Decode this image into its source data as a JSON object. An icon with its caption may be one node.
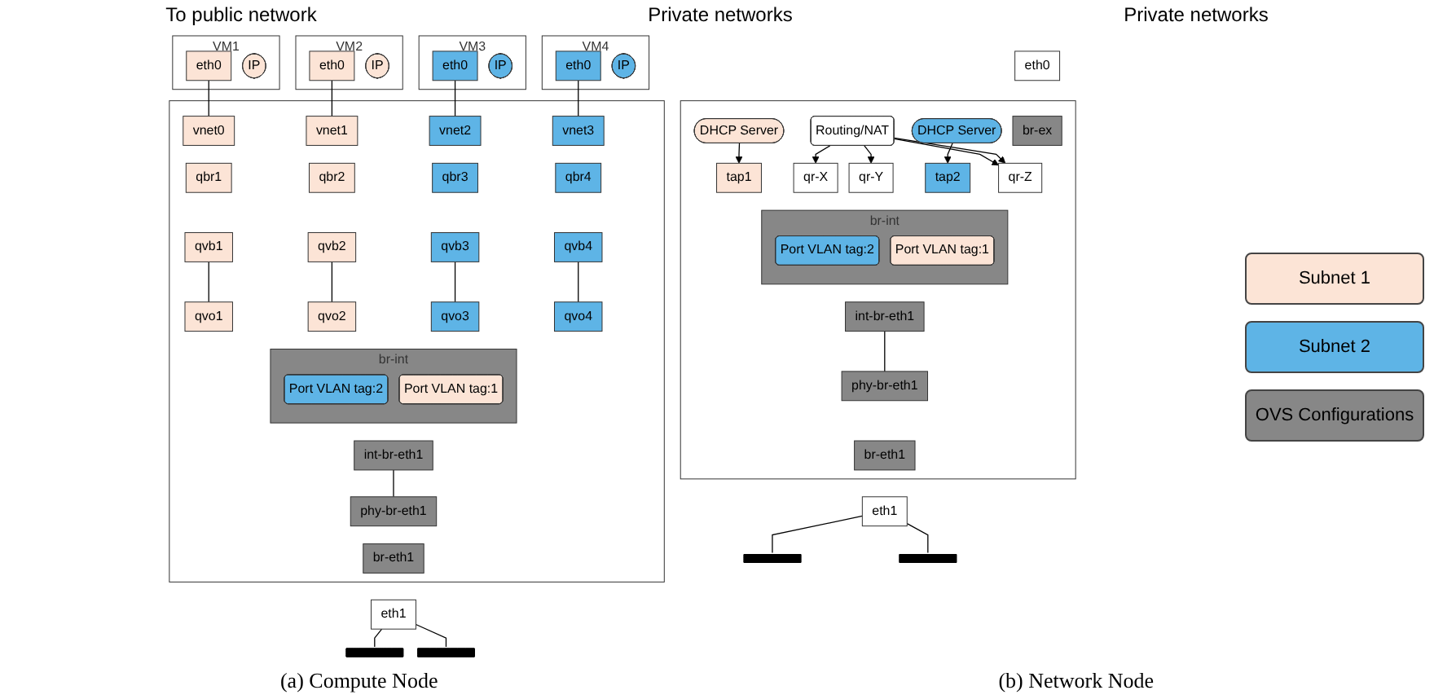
{
  "diagram": {
    "nodes": [
      {
        "text": [],
        "shape": "box"
      },
      {
        "text": [
          "VM1"
        ]
      },
      {
        "text": [
          "IP"
        ],
        "in": 1
      },
      {
        "text": [
          "eth0"
        ],
        "in": 1
      },
      {
        "text": [
          "VM2"
        ]
      },
      {
        "text": [
          "IP"
        ],
        "in": 4
      },
      {
        "text": [
          "eth0"
        ],
        "in": 4
      },
      {
        "text": [
          "VM3"
        ]
      },
      {
        "text": [
          "IP"
        ],
        "in": 7
      },
      {
        "text": [
          "eth0"
        ],
        "in": 7
      },
      {
        "text": [
          "VM4"
        ]
      },
      {
        "text": [
          "IP"
        ],
        "in": 10
      },
      {
        "text": [
          "eth0"
        ],
        "in": 10
      },
      {
        "text": [
          "vnet0"
        ],
        "in": 0
      },
      {
        "text": [
          "qbr1"
        ],
        "in": 0
      },
      {
        "text": [
          "qvb1"
        ],
        "in": 0
      },
      {
        "text": [
          "vnet1"
        ],
        "in": 0
      },
      {
        "text": [
          "qbr2"
        ],
        "in": 0
      },
      {
        "text": [
          "qvb2"
        ],
        "in": 0
      },
      {
        "text": [
          "vnet2"
        ],
        "in": 0
      },
      {
        "text": [
          "qbr3"
        ],
        "in": 0
      },
      {
        "text": [
          "qvb3"
        ],
        "in": 0
      },
      {
        "text": [
          "vnet3"
        ],
        "in": 0
      },
      {
        "text": [
          "qbr4"
        ],
        "in": 0
      },
      {
        "text": [
          "qvb4"
        ],
        "in": 0
      },
      {
        "text": [
          "qvo1"
        ],
        "in": 0
      },
      {
        "text": [
          "qvo2"
        ],
        "in": 0
      },
      {
        "text": [
          "qvo3"
        ],
        "in": 0
      },
      {
        "text": [
          "qvo4"
        ],
        "in": 0
      },
      {
        "text": [
          "br-int"
        ],
        "in": 0
      },
      {
        "text": [
          "Port VLAN tag:1"
        ],
        "in": 29
      },
      {
        "text": [
          "Port VLAN tag:2"
        ],
        "in": 29
      },
      {
        "text": [
          "int-br-eth1"
        ],
        "in": 0
      },
      {
        "text": [
          "phy-br-eth1"
        ],
        "in": 0
      },
      {
        "text": [
          "br-eth1"
        ],
        "in": 0
      },
      {
        "text": [
          "eth1"
        ]
      },
      {
        "text": [],
        "shape": "bar"
      },
      {
        "text": [],
        "shape": "bar"
      },
      {
        "text": [],
        "shape": "box"
      },
      {
        "text": [
          "eth0"
        ]
      },
      {
        "text": [
          "br-ex"
        ],
        "in": 38
      },
      {
        "text": [
          "qr-Z"
        ],
        "in": 38
      },
      {
        "text": [
          "DHCP Server"
        ],
        "in": 38
      },
      {
        "text": [
          "DHCP Server"
        ],
        "in": 38
      },
      {
        "text": [
          "Routing/NAT"
        ],
        "in": 38
      },
      {
        "text": [
          "tap1"
        ],
        "in": 38
      },
      {
        "text": [
          "qr-X"
        ],
        "in": 38
      },
      {
        "text": [
          "qr-Y"
        ],
        "in": 38
      },
      {
        "text": [
          "tap2"
        ],
        "in": 38
      },
      {
        "text": [
          "br-int"
        ],
        "in": 38
      },
      {
        "text": [
          "Port VLAN tag:1"
        ],
        "in": 49
      },
      {
        "text": [
          "Port VLAN tag:2"
        ],
        "in": 49
      },
      {
        "text": [
          "int-br-eth1"
        ],
        "in": 38
      },
      {
        "text": [
          "phy-br-eth1"
        ],
        "in": 38
      },
      {
        "text": [
          "br-eth1"
        ],
        "in": 38
      },
      {
        "text": [
          "eth1"
        ]
      },
      {
        "text": [],
        "shape": "bar"
      },
      {
        "text": [],
        "shape": "bar"
      }
    ],
    "edges": [
      {
        "from": 3,
        "to": 13,
        "arrow": "none"
      },
      {
        "from": 6,
        "to": 16,
        "arrow": "none"
      },
      {
        "from": 9,
        "to": 19,
        "arrow": "none"
      },
      {
        "from": 12,
        "to": 22,
        "arrow": "none"
      },
      {
        "from": 15,
        "to": 25,
        "arrow": "none"
      },
      {
        "from": 18,
        "to": 26,
        "arrow": "none"
      },
      {
        "from": 21,
        "to": 27,
        "arrow": "none"
      },
      {
        "from": 24,
        "to": 28,
        "arrow": "none"
      },
      {
        "from": 32,
        "to": 33,
        "arrow": "none"
      },
      {
        "from": 35,
        "to": 36,
        "arrow": "none"
      },
      {
        "from": 35,
        "to": 37,
        "arrow": "none"
      },
      {
        "from": 42,
        "to": 45,
        "arrow": "to"
      },
      {
        "from": 43,
        "to": 48,
        "arrow": "to"
      },
      {
        "from": 44,
        "to": 41,
        "arrow": "to"
      },
      {
        "from": 44,
        "to": 41,
        "arrow": "to"
      },
      {
        "from": 44,
        "to": 46,
        "arrow": "to"
      },
      {
        "from": 44,
        "to": 47,
        "arrow": "to"
      },
      {
        "from": 52,
        "to": 53,
        "arrow": "none"
      },
      {
        "from": 55,
        "to": 56,
        "arrow": "none"
      },
      {
        "from": 55,
        "to": 57,
        "arrow": "none"
      }
    ],
    "labels": [
      "To public network",
      "Private networks",
      "Private networks",
      "(a) Compute Node",
      "(b) Network Node"
    ],
    "legend": [
      {
        "text": "Subnet 1",
        "color": "#fce4d6"
      },
      {
        "text": "Subnet 2",
        "color": "#5eb4e6"
      },
      {
        "text": "OVS Configurations",
        "color": "#878787"
      }
    ]
  }
}
